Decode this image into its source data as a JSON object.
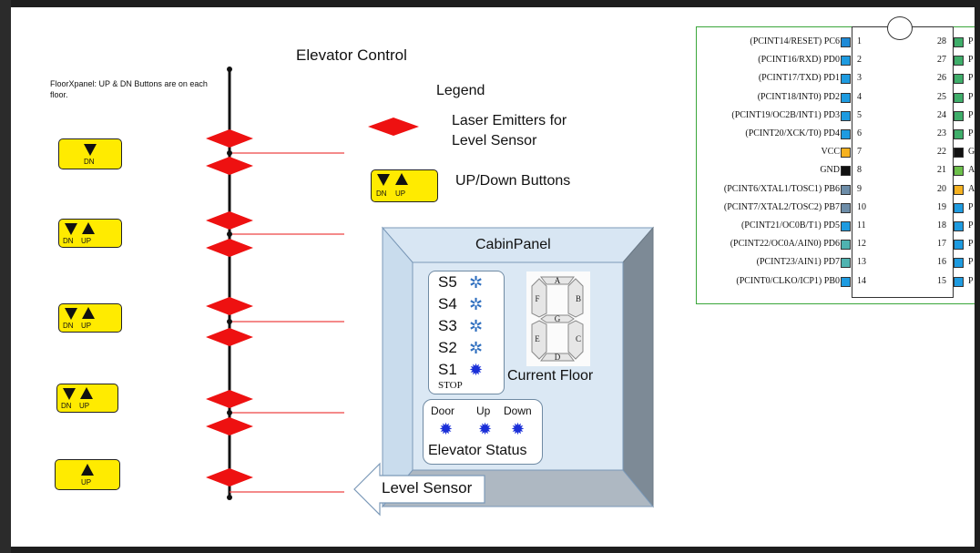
{
  "title": "Elevator Control",
  "floorpanel_note": "FloorXpanel: UP & DN Buttons are on each floor.",
  "button_labels": {
    "dn": "DN",
    "up": "UP"
  },
  "floor_buttons": [
    {
      "type": "dn-only"
    },
    {
      "type": "both"
    },
    {
      "type": "both"
    },
    {
      "type": "both"
    },
    {
      "type": "up-only"
    }
  ],
  "legend": {
    "heading": "Legend",
    "laser_label_line1": "Laser Emitters for",
    "laser_label_line2": "Level Sensor",
    "buttons_label": "UP/Down Buttons"
  },
  "cabin": {
    "title": "CabinPanel",
    "floors": [
      "S5",
      "S4",
      "S3",
      "S2",
      "S1"
    ],
    "stop_label": "STOP",
    "current_floor_label": "Current Floor",
    "segments": [
      "A",
      "B",
      "C",
      "D",
      "E",
      "F",
      "G"
    ],
    "status": {
      "door": "Door",
      "up": "Up",
      "down": "Down",
      "label": "Elevator Status"
    },
    "level_sensor": "Level Sensor"
  },
  "colors": {
    "button_yellow": "#ffeb00",
    "laser_red": "#ee1111",
    "led_blue": "#1a2fd8",
    "chip_border": "#3aa63a"
  },
  "chip": {
    "left_pins": [
      {
        "n": "1",
        "label": "(PCINT14/RESET) PC6",
        "color": "#1e8ad6"
      },
      {
        "n": "2",
        "label": "(PCINT16/RXD) PD0",
        "color": "#1e9be0"
      },
      {
        "n": "3",
        "label": "(PCINT17/TXD) PD1",
        "color": "#1e9be0"
      },
      {
        "n": "4",
        "label": "(PCINT18/INT0) PD2",
        "color": "#1e9be0"
      },
      {
        "n": "5",
        "label": "(PCINT19/OC2B/INT1) PD3",
        "color": "#1e9be0"
      },
      {
        "n": "6",
        "label": "(PCINT20/XCK/T0) PD4",
        "color": "#1e9be0"
      },
      {
        "n": "7",
        "label": "VCC",
        "color": "#f5b120"
      },
      {
        "n": "8",
        "label": "GND",
        "color": "#111111"
      },
      {
        "n": "9",
        "label": "(PCINT6/XTAL1/TOSC1) PB6",
        "color": "#6d8da8"
      },
      {
        "n": "10",
        "label": "(PCINT7/XTAL2/TOSC2) PB7",
        "color": "#6d8da8"
      },
      {
        "n": "11",
        "label": "(PCINT21/OC0B/T1) PD5",
        "color": "#1e9be0"
      },
      {
        "n": "12",
        "label": "(PCINT22/OC0A/AIN0) PD6",
        "color": "#4fb3b0"
      },
      {
        "n": "13",
        "label": "(PCINT23/AIN1) PD7",
        "color": "#4fb3b0"
      },
      {
        "n": "14",
        "label": "(PCINT0/CLKO/ICP1) PB0",
        "color": "#1e9be0"
      }
    ],
    "right_pins": [
      {
        "n": "28",
        "label": "P",
        "color": "#3fae6a"
      },
      {
        "n": "27",
        "label": "P",
        "color": "#3fae6a"
      },
      {
        "n": "26",
        "label": "P",
        "color": "#3fae6a"
      },
      {
        "n": "25",
        "label": "P",
        "color": "#3fae6a"
      },
      {
        "n": "24",
        "label": "P",
        "color": "#3fae6a"
      },
      {
        "n": "23",
        "label": "P",
        "color": "#3fae6a"
      },
      {
        "n": "22",
        "label": "G",
        "color": "#111111"
      },
      {
        "n": "21",
        "label": "A",
        "color": "#6cc04a"
      },
      {
        "n": "20",
        "label": "A",
        "color": "#f5b120"
      },
      {
        "n": "19",
        "label": "P",
        "color": "#1e9be0"
      },
      {
        "n": "18",
        "label": "P",
        "color": "#1e9be0"
      },
      {
        "n": "17",
        "label": "P",
        "color": "#1e9be0"
      },
      {
        "n": "16",
        "label": "P",
        "color": "#1e9be0"
      },
      {
        "n": "15",
        "label": "P",
        "color": "#1e9be0"
      }
    ]
  }
}
